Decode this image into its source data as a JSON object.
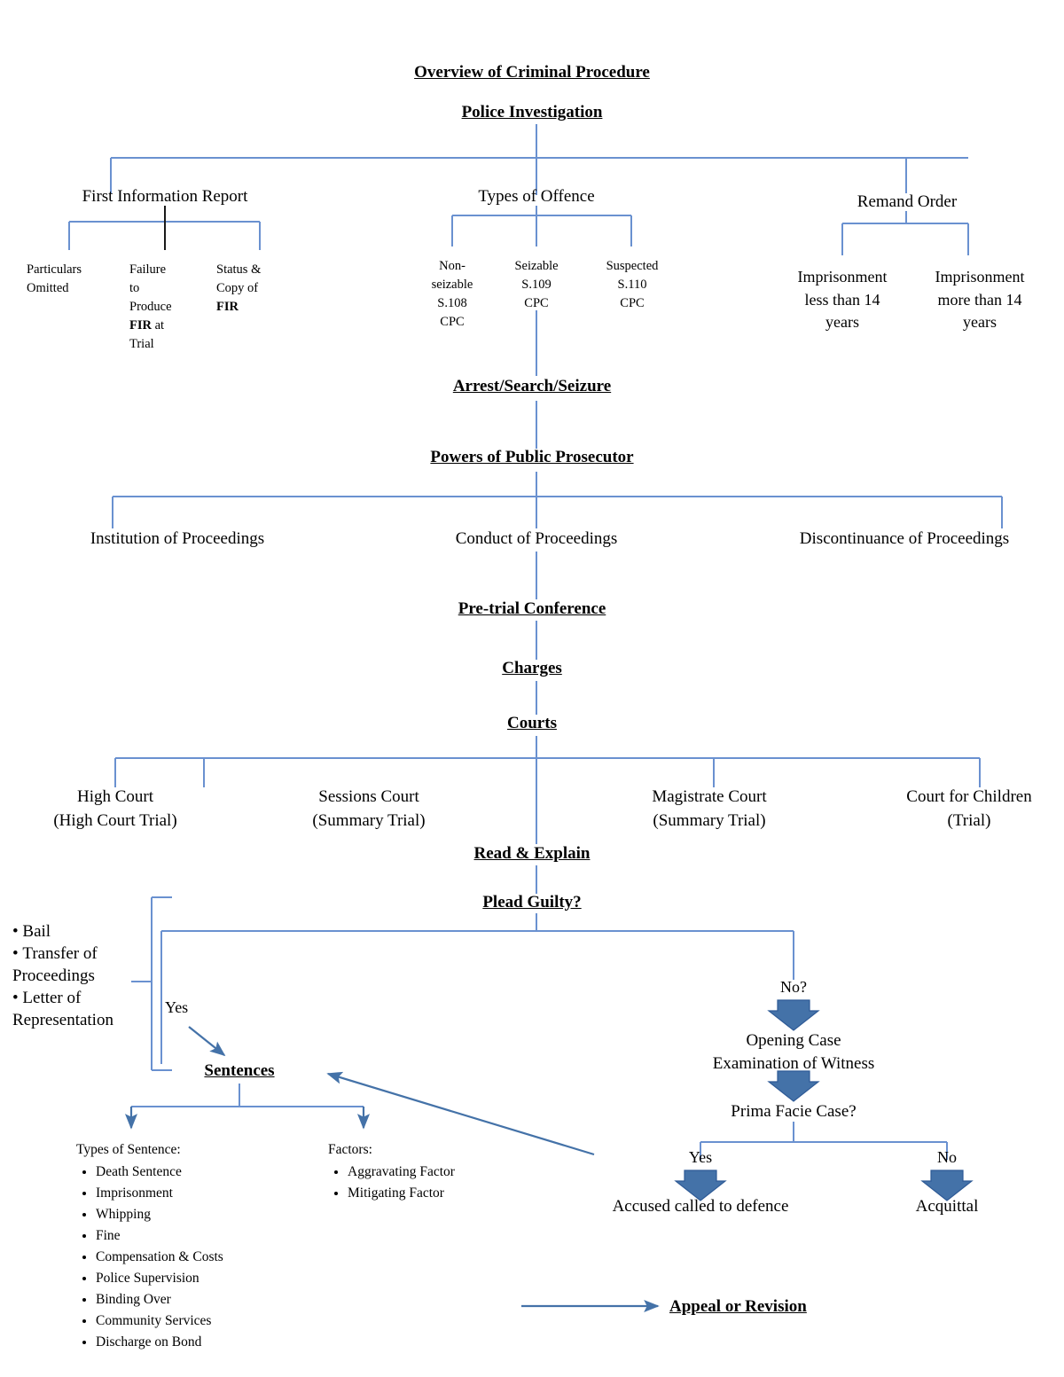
{
  "title": "Overview of Criminal Procedure",
  "colors": {
    "line": "#6A91D0",
    "arrow_fill": "#4472A8",
    "arrow_stroke": "#2E5A96",
    "text": "#000000"
  },
  "nodes": {
    "police_investigation": "Police Investigation",
    "first_information_report": "First Information Report",
    "types_of_offence": "Types of Offence",
    "remand_order": "Remand Order",
    "arrest_search_seizure": "Arrest/Search/Seizure",
    "powers_of_public_prosecutor": "Powers of Public Prosecutor",
    "pre_trial_conference": "Pre-trial Conference",
    "charges": "Charges",
    "courts": "Courts",
    "read_and_explain": "Read & Explain",
    "plead_guilty": "Plead Guilty?",
    "sentences": "Sentences",
    "appeal_or_revision": "Appeal or Revision",
    "opening_case": "Opening Case",
    "examination_of_witness": "Examination of Witness",
    "prima_facie_case": "Prima Facie Case?",
    "accused_called_to_defence": "Accused called to defence",
    "acquittal": "Acquittal"
  },
  "fir_children": [
    {
      "lines": [
        "Particulars",
        "Omitted"
      ],
      "bold": []
    },
    {
      "lines": [
        "Failure",
        "to",
        "Produce",
        "FIR at",
        "Trial"
      ],
      "bold": [
        "FIR"
      ]
    },
    {
      "lines": [
        "Status &",
        "Copy of",
        "FIR"
      ],
      "bold": [
        "FIR"
      ]
    }
  ],
  "offence_children": [
    {
      "lines": [
        "Non-",
        "seizable",
        "S.108",
        "CPC"
      ]
    },
    {
      "lines": [
        "Seizable",
        "S.109",
        "CPC"
      ]
    },
    {
      "lines": [
        "Suspected",
        "S.110",
        "CPC"
      ]
    }
  ],
  "remand_children": [
    {
      "lines": [
        "Imprisonment",
        "less than 14",
        "years"
      ]
    },
    {
      "lines": [
        "Imprisonment",
        "more than 14",
        "years"
      ]
    }
  ],
  "prosecutor_children": [
    "Institution of Proceedings",
    "Conduct of Proceedings",
    "Discontinuance of Proceedings"
  ],
  "courts_children": [
    {
      "l1": "High Court",
      "l2": "(High Court Trial)"
    },
    {
      "l1": "Sessions Court",
      "l2": "(Summary Trial)"
    },
    {
      "l1": "Magistrate Court",
      "l2": "(Summary Trial)"
    },
    {
      "l1": "Court for Children",
      "l2": "(Trial)"
    }
  ],
  "side_bullets": [
    "Bail",
    "Transfer of Proceedings",
    "Letter of Representation"
  ],
  "decisions": {
    "yes": "Yes",
    "no_q": "No?",
    "prima_yes": "Yes",
    "prima_no": "No"
  },
  "sentences_columns": [
    {
      "heading": "Types of Sentence:",
      "items": [
        "Death Sentence",
        "Imprisonment",
        "Whipping",
        "Fine",
        "Compensation & Costs",
        "Police Supervision",
        "Binding Over",
        "Community Services",
        "Discharge on Bond"
      ]
    },
    {
      "heading": "Factors:",
      "items": [
        "Aggravating Factor",
        "Mitigating Factor"
      ]
    }
  ],
  "chart_data": {
    "type": "diagram",
    "title": "Overview of Criminal Procedure",
    "orientation": "top-down flowchart",
    "levels": [
      "Police Investigation",
      "First Information Report / Types of Offence / Remand Order",
      "Arrest/Search/Seizure",
      "Powers of Public Prosecutor",
      "Pre-trial Conference",
      "Charges",
      "Courts",
      "Read & Explain",
      "Plead Guilty?",
      "Sentences / Opening Case -> Prima Facie Case?",
      "Appeal or Revision"
    ]
  }
}
